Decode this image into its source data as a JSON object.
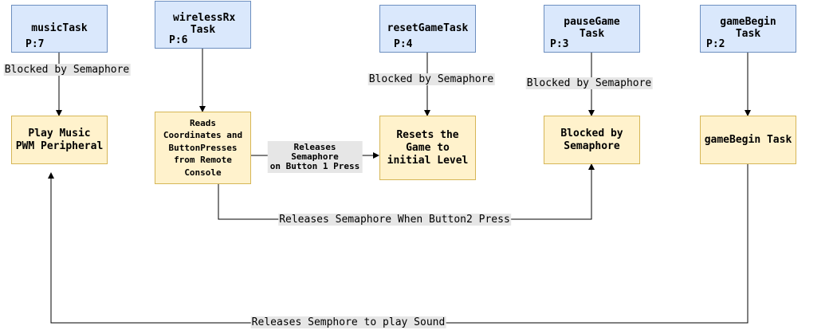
{
  "tasks": [
    {
      "name": "musicTask",
      "priority": "P:7"
    },
    {
      "name": "wirelessRx Task",
      "priority": "P:6"
    },
    {
      "name": "resetGameTask",
      "priority": "P:4"
    },
    {
      "name": "pauseGame Task",
      "priority": "P:3"
    },
    {
      "name": "gameBegin Task",
      "priority": "P:2"
    }
  ],
  "actions": [
    {
      "text": "Play Music\nPWM Peripheral"
    },
    {
      "text": "Reads\nCoordinates and\nButtonPresses\nfrom Remote\nConsole"
    },
    {
      "text": "Resets the\nGame to\ninitial Level"
    },
    {
      "text": "Blocked by\nSemaphore"
    },
    {
      "text": "gameBegin Task"
    }
  ],
  "edge_labels": {
    "music_blocked": "Blocked by Semaphore",
    "reset_blocked": "Blocked by Semaphore",
    "pause_blocked": "Blocked by Semaphore",
    "button1": "Releases\nSemaphore\non Button 1 Press",
    "button2": "Releases Semaphore When Button2 Press",
    "sound": "Releases Semphore to play Sound"
  },
  "colors": {
    "task_fill": "#dae8fc",
    "task_border": "#6c8ebf",
    "action_fill": "#fff2cc",
    "action_border": "#d6b656",
    "label_bg": "#e6e6e6"
  }
}
